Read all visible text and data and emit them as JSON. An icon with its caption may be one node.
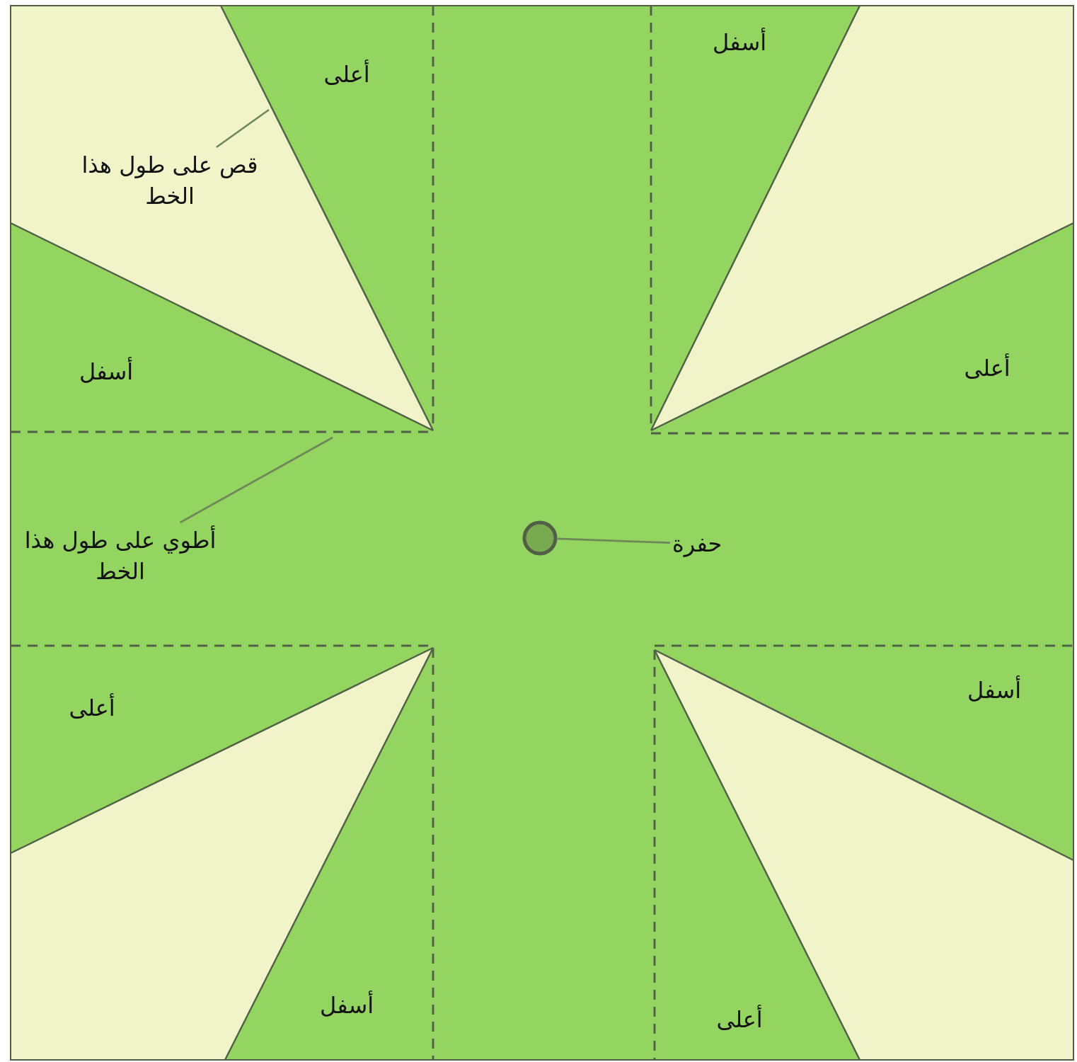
{
  "diagram": {
    "nodes": [
      {
        "text": [
          "قص على طول هذا الخط"
        ]
      },
      {
        "text": [
          "أطوي على طول هذا الخط"
        ]
      },
      {
        "text": [],
        "shape": "circle"
      },
      {
        "text": [
          "حفرة"
        ]
      }
    ],
    "edges": [
      {
        "from": 0,
        "to": null,
        "arrow": "none"
      },
      {
        "from": 1,
        "to": null,
        "arrow": "none"
      },
      {
        "from": 3,
        "to": 2,
        "arrow": "none"
      }
    ],
    "labels": [
      "أسفل",
      "أعلى",
      "أسفل",
      "أعلى",
      "أسفل",
      "أعلى",
      "أسفل",
      "أعلى"
    ]
  }
}
